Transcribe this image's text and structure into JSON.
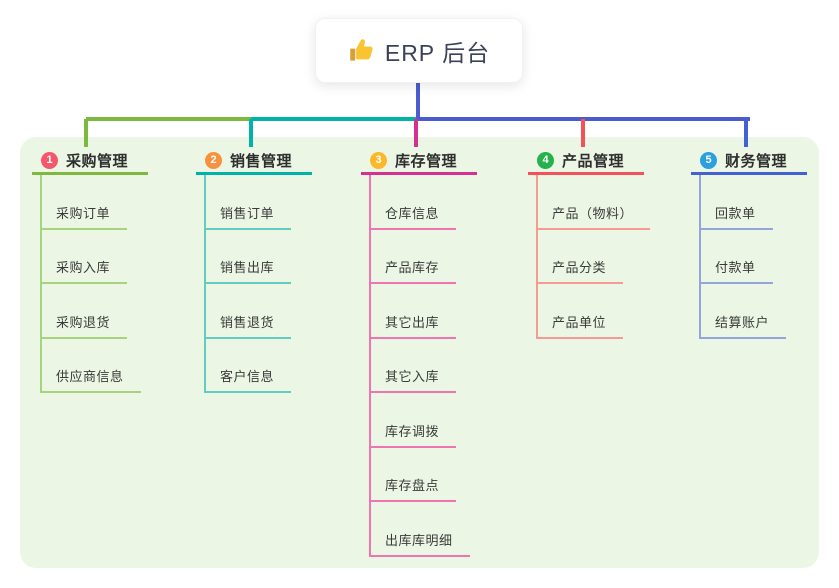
{
  "root": {
    "label": "ERP 后台",
    "icon": "thumbs-up"
  },
  "connectors": {
    "stem_color": "#4a5cd0",
    "bus_colors": [
      "#7cb93e",
      "#00b3a6",
      "#4a5cd0"
    ]
  },
  "board": {
    "background": "#ebf7e4"
  },
  "branches": [
    {
      "number": "1",
      "title": "采购管理",
      "badge_color": "#f5576c",
      "line_color": "#7cb93e",
      "child_line_color": "#a6d37f",
      "children": [
        "采购订单",
        "采购入库",
        "采购退货",
        "供应商信息"
      ]
    },
    {
      "number": "2",
      "title": "销售管理",
      "badge_color": "#f8903e",
      "line_color": "#00b3a6",
      "child_line_color": "#63ccc0",
      "children": [
        "销售订单",
        "销售出库",
        "销售退货",
        "客户信息"
      ]
    },
    {
      "number": "3",
      "title": "库存管理",
      "badge_color": "#fbb829",
      "line_color": "#d83090",
      "child_line_color": "#ef75b2",
      "children": [
        "仓库信息",
        "产品库存",
        "其它出库",
        "其它入库",
        "库存调拨",
        "库存盘点",
        "出库库明细"
      ]
    },
    {
      "number": "4",
      "title": "产品管理",
      "badge_color": "#25b24c",
      "line_color": "#f4525b",
      "child_line_color": "#f79a94",
      "children": [
        "产品（物料）",
        "产品分类",
        "产品单位"
      ]
    },
    {
      "number": "5",
      "title": "财务管理",
      "badge_color": "#2ba0e0",
      "line_color": "#4361d2",
      "child_line_color": "#92a5dc",
      "children": [
        "回款单",
        "付款单",
        "结算账户"
      ]
    }
  ]
}
